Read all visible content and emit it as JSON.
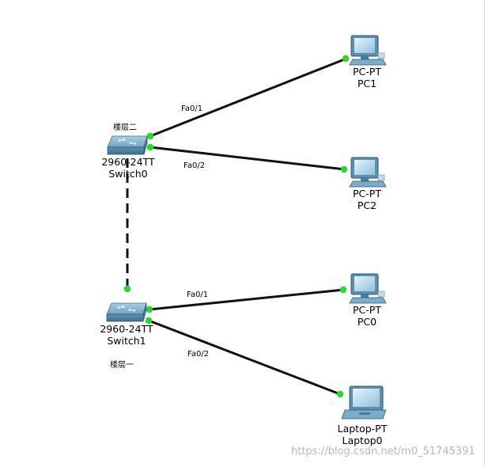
{
  "devices": [
    {
      "id": "switch0",
      "model": "2960-24TT",
      "name": "Switch0",
      "floor": "楼层二"
    },
    {
      "id": "switch1",
      "model": "2960-24TT",
      "name": "Switch1",
      "floor": "楼层一"
    },
    {
      "id": "pc1",
      "model": "PC-PT",
      "name": "PC1"
    },
    {
      "id": "pc2",
      "model": "PC-PT",
      "name": "PC2"
    },
    {
      "id": "pc0",
      "model": "PC-PT",
      "name": "PC0"
    },
    {
      "id": "laptop0",
      "model": "Laptop-PT",
      "name": "Laptop0"
    }
  ],
  "links": [
    {
      "from": "switch0",
      "to": "pc1",
      "port": "Fa0/1",
      "style": "solid"
    },
    {
      "from": "switch0",
      "to": "pc2",
      "port": "Fa0/2",
      "style": "solid"
    },
    {
      "from": "switch1",
      "to": "pc0",
      "port": "Fa0/1",
      "style": "solid"
    },
    {
      "from": "switch1",
      "to": "laptop0",
      "port": "Fa0/2",
      "style": "solid"
    },
    {
      "from": "switch0",
      "to": "switch1",
      "port": "",
      "style": "dashed"
    }
  ],
  "colors": {
    "link": "#111111",
    "link_up": "#22dd22",
    "device": "#5b8fb0"
  },
  "watermark": "https://blog.csdn.net/m0_51745391"
}
